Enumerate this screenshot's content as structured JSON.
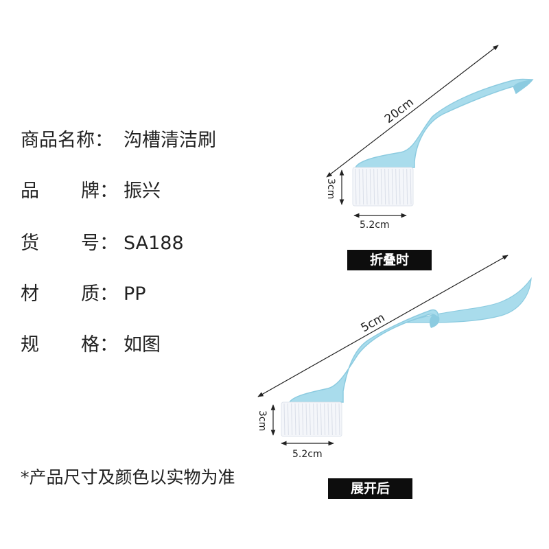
{
  "specs": {
    "name": {
      "label": "商品名称：",
      "value": "沟槽清洁刷"
    },
    "brand": {
      "label_a": "品",
      "label_b": "牌：",
      "value": "振兴"
    },
    "sku": {
      "label_a": "货",
      "label_b": "号：",
      "value": "SA188"
    },
    "material": {
      "label_a": "材",
      "label_b": "质：",
      "value": "PP"
    },
    "size": {
      "label_a": "规",
      "label_b": "格：",
      "value": "如图"
    }
  },
  "note": "*产品尺寸及颜色以实物为准",
  "folded": {
    "label": "折叠时",
    "length": "20cm",
    "height": "3cm",
    "width": "5.2cm"
  },
  "unfolded": {
    "label": "展开后",
    "length": "5cm",
    "height": "3cm",
    "width": "5.2cm"
  },
  "colors": {
    "handle": "#a9dcec",
    "handle_edge": "#8ccbe0",
    "bristle": "#f4f6fa",
    "label_bg": "#0d0d0d"
  }
}
